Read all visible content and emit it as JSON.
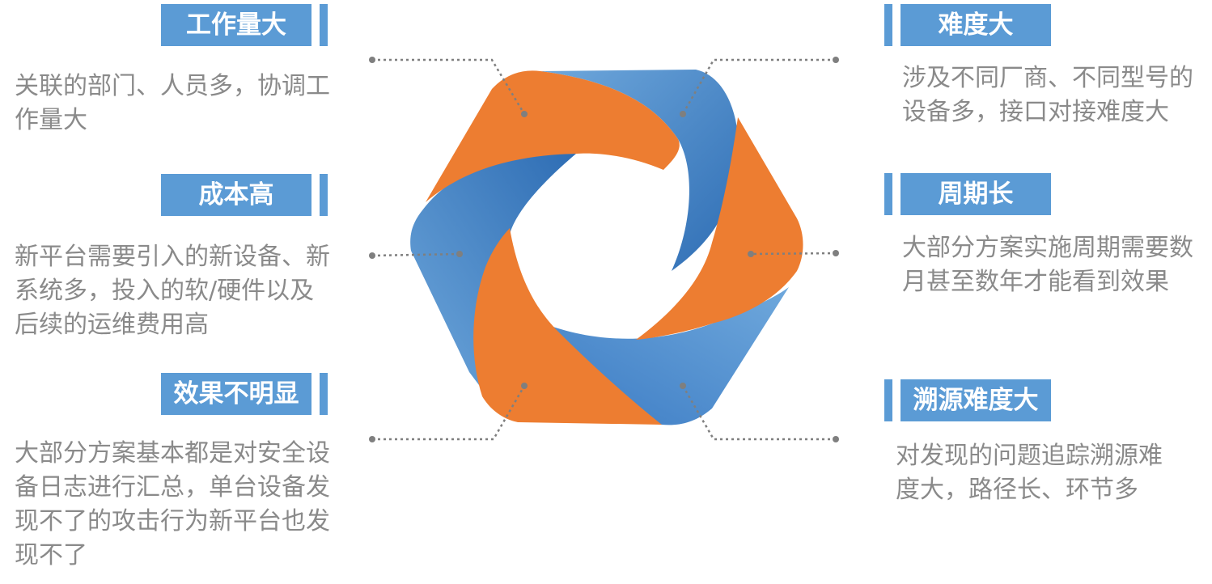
{
  "items": [
    {
      "title": "工作量大",
      "description": "关联的部门、人员多，协调工\n作量大"
    },
    {
      "title": "成本高",
      "description": "新平台需要引入的新设备、新\n系统多，投入的软/硬件以及\n后续的运维费用高"
    },
    {
      "title": "效果不明显",
      "description": "大部分方案基本都是对安全设\n备日志进行汇总，单台设备发\n现不了的攻击行为新平台也发\n现不了"
    },
    {
      "title": "难度大",
      "description": "涉及不同厂商、不同型号的\n设备多，接口对接难度大"
    },
    {
      "title": "周期长",
      "description": "大部分方案实施周期需要数\n月甚至数年才能看到效果"
    },
    {
      "title": "溯源难度大",
      "description": "对发现的问题追踪溯源难\n度大，路径长、环节多"
    }
  ],
  "colors": {
    "label_bg": "#5b9bd5",
    "orange": "#ed7d31",
    "blue_light": "#5b9bd5",
    "blue_dark": "#2e6db4",
    "text_gray": "#8a8a8a",
    "connector": "#7f7f7f"
  }
}
